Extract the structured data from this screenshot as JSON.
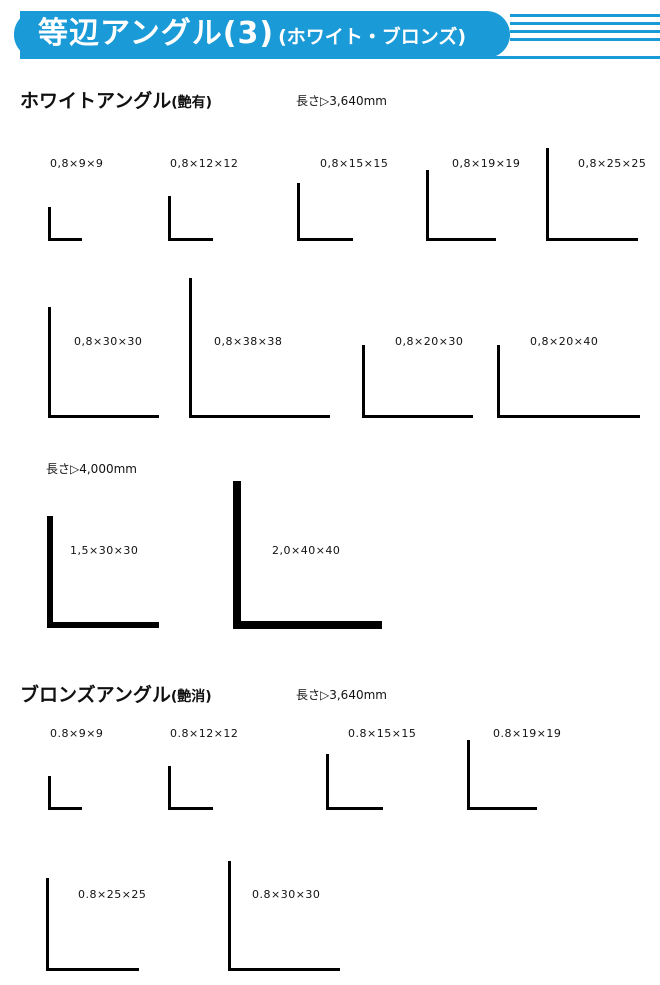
{
  "header": {
    "title": "等辺アングル(3)",
    "subtitle": "(ホワイト・ブロンズ)",
    "color": "#1a9ad6"
  },
  "white": {
    "title": "ホワイトアングル",
    "finish": "(艶有)",
    "length_a": "長さ▷3,640mm",
    "length_b": "長さ▷4,000mm",
    "items": [
      "0,8×9×9",
      "0,8×12×12",
      "0,8×15×15",
      "0,8×19×19",
      "0,8×25×25",
      "0,8×30×30",
      "0,8×38×38",
      "0,8×20×30",
      "0,8×20×40",
      "1,5×30×30",
      "2,0×40×40"
    ]
  },
  "bronze": {
    "title": "ブロンズアングル",
    "finish": "(艶消)",
    "length": "長さ▷3,640mm",
    "items": [
      "0.8×9×9",
      "0.8×12×12",
      "0.8×15×15",
      "0.8×19×19",
      "0.8×25×25",
      "0.8×30×30"
    ]
  }
}
